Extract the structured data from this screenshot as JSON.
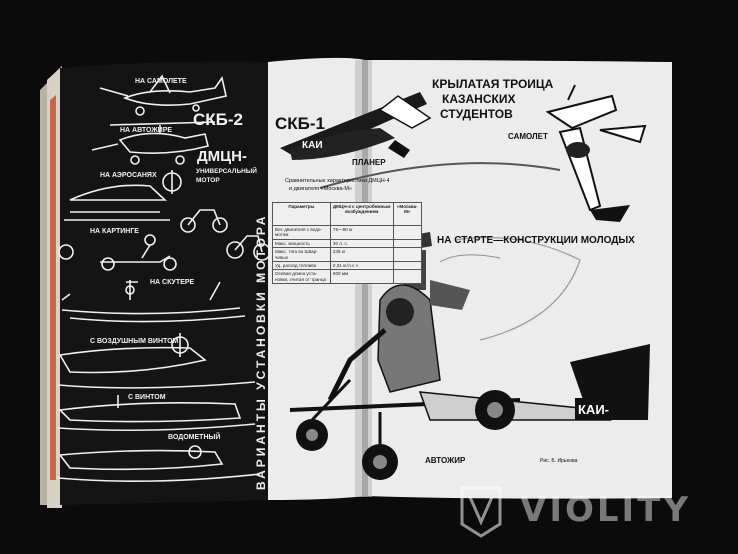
{
  "left_page": {
    "captions": {
      "airplane": "НА САМОЛЕТЕ",
      "autogyro": "НА АВТОЖИРЕ",
      "aerosani": "НА АЭРОСАНЯХ",
      "karting": "НА КАРТИНГЕ",
      "scooter": "НА СКУТЕРЕ",
      "air_screw": "С ВОЗДУШНЫМ ВИНТОМ",
      "with_screw": "С ВИНТОМ",
      "waterjet": "ВОДОМЕТНЫЙ"
    },
    "skb2": "СКБ-2",
    "dmcn": "ДМЦН-",
    "dmcn_sub1": "УНИВЕРСАЛЬНЫЙ",
    "dmcn_sub2": "МОТОР",
    "vertical": "ВАРИАНТЫ УСТАНОВКИ МОТОРА"
  },
  "right_page": {
    "headline_line1": "КРЫЛАТАЯ ТРОИЦА",
    "headline_line2": "КАЗАНСКИХ",
    "headline_line3": "СТУДЕНТОВ",
    "skb1": "СКБ-1",
    "kai": "КАИ",
    "planer": "ПЛАНЕР",
    "samolet": "САМОЛЕТ",
    "start_headline": "НА СТАРТЕ—КОНСТРУКЦИИ МОЛОДЫХ",
    "table_title_line1": "Сравнительные характеристики ДМЦН-4",
    "table_title_line2": "и двигателя «Москва-М»",
    "table": {
      "headers": [
        "Параметры",
        "ДМЦН-4 с центробежным возбуждением",
        "«Москва-М»"
      ],
      "rows": [
        [
          "Вес двигателя с водо-мотом",
          "75—80 кг",
          ""
        ],
        [
          "Макс. мощность",
          "30 л. с.",
          ""
        ],
        [
          "Макс. тяга во Швар-чевых",
          "245 кг",
          ""
        ],
        [
          "Уд. расход топлива",
          "0,31 кг/л.с.ч",
          ""
        ],
        [
          "Осевая длина уста-новки, считая от транца",
          "600 мм",
          ""
        ]
      ]
    },
    "kai_tail": "КАИ-",
    "autogyro_label": "АВТОЖИР",
    "credit": "Рис. Б. Ирьеова"
  },
  "watermark": {
    "text": "VIOLITY"
  },
  "colors": {
    "black_page": "#141414",
    "white_page": "#ececec",
    "background": "#0b0b0b"
  }
}
